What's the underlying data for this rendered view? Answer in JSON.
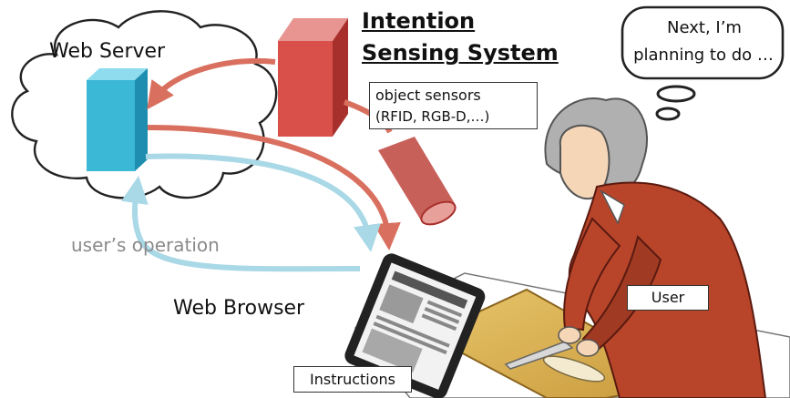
{
  "web_server": {
    "label": "Web Server"
  },
  "intention_system": {
    "line1": "Intention",
    "line2": "Sensing System"
  },
  "sensors": {
    "line1": "object sensors",
    "line2": "(RFID, RGB-D,…)"
  },
  "thought": {
    "line1": "Next, I’m",
    "line2": "planning to do …"
  },
  "operation": {
    "label": "user’s operation"
  },
  "browser": {
    "label": "Web Browser"
  },
  "user": {
    "label": "User"
  },
  "instructions": {
    "label": "Instructions"
  },
  "colors": {
    "red_arrow": "#d9705f",
    "blue_arrow": "#a9d8e6",
    "server_box": "#3bb8d6",
    "system_box": "#d9504a",
    "sweater": "#b8452a"
  }
}
